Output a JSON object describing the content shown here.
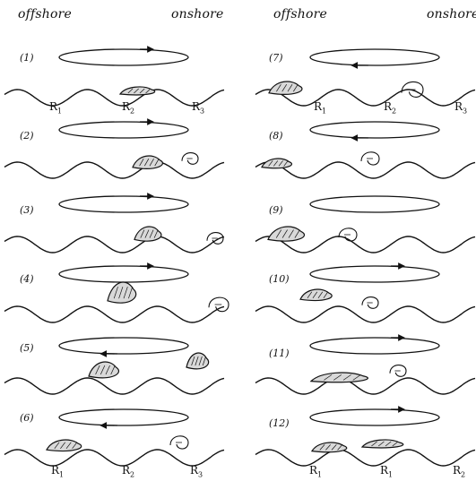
{
  "header": {
    "left_offshore": "offshore",
    "left_onshore": "onshore",
    "right_offshore": "offshore",
    "right_onshore": "onshore"
  },
  "panels": [
    {
      "label": "(1)",
      "arrow": "right"
    },
    {
      "label": "(2)",
      "arrow": "right"
    },
    {
      "label": "(3)",
      "arrow": "right"
    },
    {
      "label": "(4)",
      "arrow": "right"
    },
    {
      "label": "(5)",
      "arrow": "left"
    },
    {
      "label": "(6)",
      "arrow": "left"
    },
    {
      "label": "(7)",
      "arrow": "left"
    },
    {
      "label": "(8)",
      "arrow": "left"
    },
    {
      "label": "(9)",
      "arrow": "none"
    },
    {
      "label": "(10)",
      "arrow": "right"
    },
    {
      "label": "(11)",
      "arrow": "right"
    },
    {
      "label": "(12)",
      "arrow": "right"
    }
  ],
  "ripple_labels": {
    "row1_left": [
      "R",
      "R",
      "R"
    ],
    "row1_left_sub": [
      "1",
      "2",
      "3"
    ],
    "row1_right": [
      "R",
      "R",
      "R"
    ],
    "row1_right_sub": [
      "1",
      "2",
      "3"
    ],
    "bottom_left": [
      "R",
      "R",
      "R"
    ],
    "bottom_left_sub": [
      "1",
      "2",
      "3"
    ],
    "bottom_right": [
      "R",
      "R",
      "R"
    ],
    "bottom_right_sub": [
      "1",
      "1",
      "2"
    ]
  },
  "colors": {
    "ink": "#111111",
    "background": "#ffffff"
  }
}
